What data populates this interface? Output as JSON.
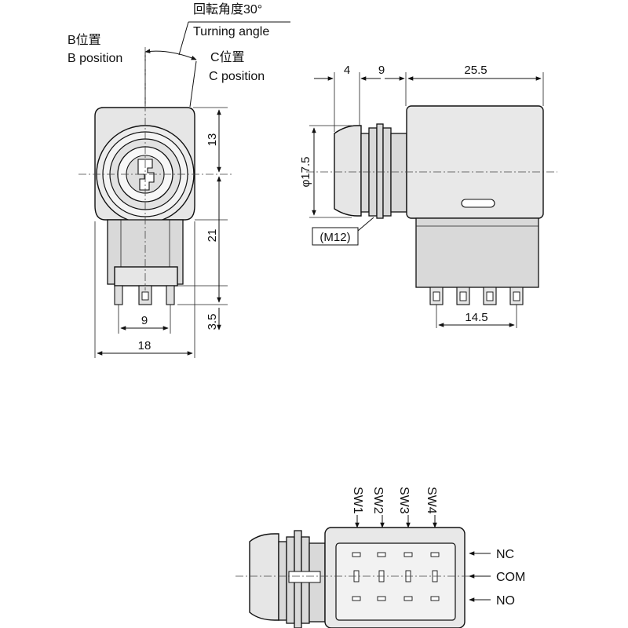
{
  "top_labels": {
    "turning_angle_jp": "回転角度30°",
    "turning_angle_en": "Turning angle",
    "b_position_jp": "B位置",
    "b_position_en": "B position",
    "c_position_jp": "C位置",
    "c_position_en": "C position"
  },
  "front_view_dims": {
    "d13": "13",
    "d21": "21",
    "d3_5": "3.5",
    "d9": "9",
    "d18": "18"
  },
  "side_view_dims": {
    "d4": "4",
    "d9": "9",
    "d25_5": "25.5",
    "phi17_5": "φ17.5",
    "m12": "(M12)",
    "d14_5": "14.5"
  },
  "switch_view": {
    "sw1": "SW1",
    "sw2": "SW2",
    "sw3": "SW3",
    "sw4": "SW4",
    "nc": "NC",
    "com": "COM",
    "no": "NO"
  }
}
